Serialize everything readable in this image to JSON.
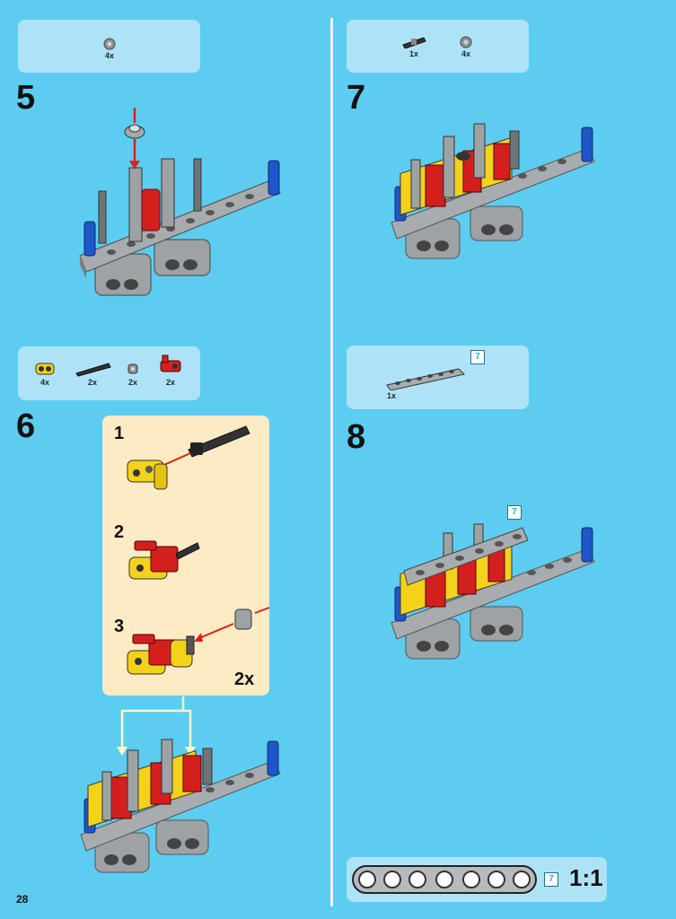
{
  "page": {
    "number": "28"
  },
  "colors": {
    "background": "#5ccdf0",
    "parts_box": "#aee3f7",
    "submodel_box": "#fcebc5",
    "arrow": "#e0201b",
    "callout_line": "#fff6c8"
  },
  "steps": [
    {
      "number": "5",
      "parts": [
        {
          "icon": "bush-icon",
          "qty": "4x"
        }
      ]
    },
    {
      "number": "6",
      "parts": [
        {
          "icon": "yellow-connector-icon",
          "qty": "4x"
        },
        {
          "icon": "black-axle-icon",
          "qty": "2x"
        },
        {
          "icon": "bush-icon",
          "qty": "2x"
        },
        {
          "icon": "red-connector-icon",
          "qty": "2x"
        }
      ],
      "submodel": {
        "substeps": [
          "1",
          "2",
          "3"
        ],
        "multiplier": "2x"
      }
    },
    {
      "number": "7",
      "parts": [
        {
          "icon": "axle-pin-icon",
          "qty": "1x"
        },
        {
          "icon": "bush-icon",
          "qty": "4x"
        }
      ]
    },
    {
      "number": "8",
      "parts": [
        {
          "icon": "beam-7-icon",
          "qty": "1x",
          "length": "7"
        }
      ],
      "length_badge": "7"
    }
  ],
  "scale_reference": {
    "length": "7",
    "label": "1:1"
  }
}
